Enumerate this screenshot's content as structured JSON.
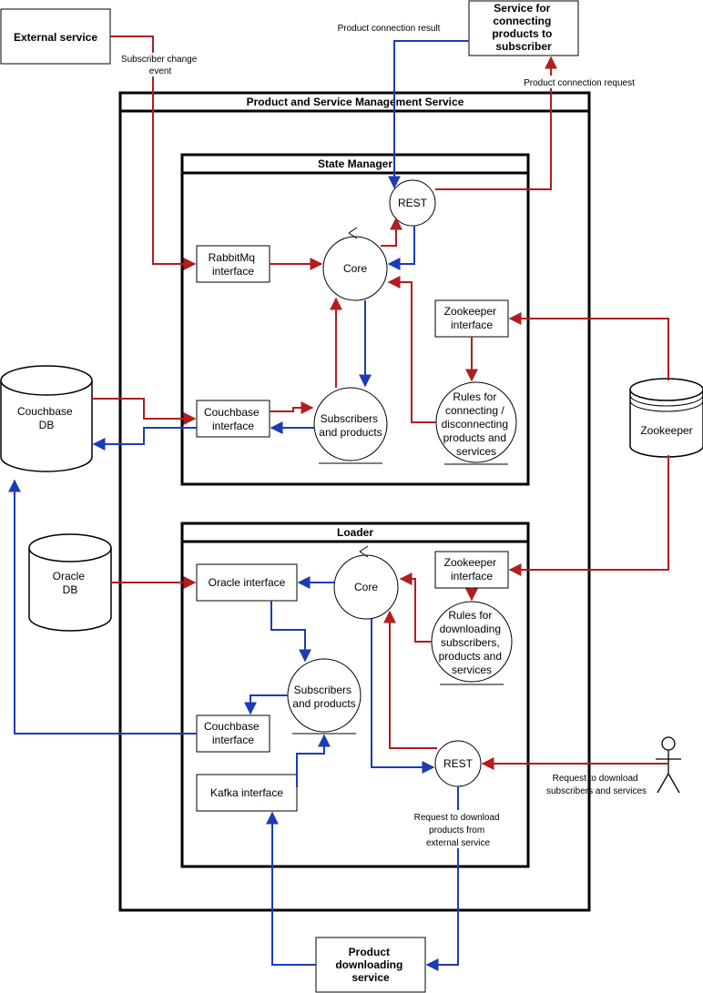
{
  "nodes": {
    "external_service": "External service",
    "connect_service": [
      "Service for",
      "connecting",
      "products to",
      "subscriber"
    ],
    "pasm_title": "Product and Service Management Service",
    "state_manager_title": "State Manager",
    "loader_title": "Loader",
    "sm_rest": "REST",
    "sm_core": "Core",
    "sm_rabbitmq": [
      "RabbitMq",
      "interface"
    ],
    "sm_zookeeper_if": [
      "Zookeeper",
      "interface"
    ],
    "sm_rules": [
      "Rules for",
      "connecting /",
      "disconnecting",
      "products and",
      "services"
    ],
    "sm_couchbase_if": [
      "Couchbase",
      "interface"
    ],
    "sm_subscribers": [
      "Subscribers",
      "and products"
    ],
    "couchbase_db": [
      "Couchbase",
      "DB"
    ],
    "zookeeper": "Zookeeper",
    "oracle_db": [
      "Oracle",
      "DB"
    ],
    "ld_oracle_if": "Oracle interface",
    "ld_core": "Core",
    "ld_zookeeper_if": [
      "Zookeeper",
      "interface"
    ],
    "ld_rules": [
      "Rules for",
      "downloading",
      "subscribers,",
      "products and",
      "services"
    ],
    "ld_subscribers": [
      "Subscribers",
      "and products"
    ],
    "ld_couchbase_if": [
      "Couchbase",
      "interface"
    ],
    "ld_kafka_if": "Kafka interface",
    "ld_rest": "REST",
    "product_downloading": [
      "Product",
      "downloading",
      "service"
    ]
  },
  "edge_labels": {
    "subscriber_change": [
      "Subscriber change",
      "event"
    ],
    "connection_result": "Product connection result",
    "connection_request": "Product connection request",
    "download_request_actor": [
      "Request to download",
      "subscribers and services"
    ],
    "download_request_external": [
      "Request to download",
      "products from",
      "external service"
    ]
  },
  "colors": {
    "red": "#b01e1e",
    "blue": "#1c3cb4",
    "stroke": "#000000"
  }
}
